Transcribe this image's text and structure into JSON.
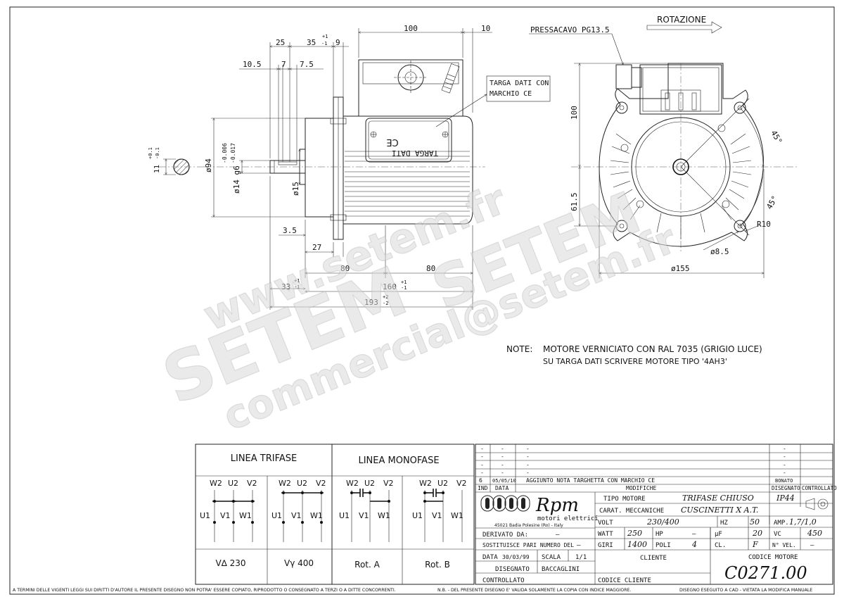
{
  "drawing": {
    "rotation_label": "ROTAZIONE",
    "cable_gland_label": "PRESSACAVO PG13.5",
    "plate_callout": [
      "TARGA DATI CON",
      "MARCHIO CE"
    ],
    "plate_text": "TARGA DATI",
    "ce_mark": "CE",
    "dims_side": {
      "d100": "100",
      "d10": "10",
      "d25": "25",
      "d35": "35",
      "tol35": "-1",
      "tol35p": "+1",
      "d9": "9",
      "d10_5": "10.5",
      "d7": "7",
      "d7_5": "7.5",
      "d3_5": "3.5",
      "d27": "27",
      "d80a": "80",
      "d80b": "80",
      "d160": "160",
      "tol160p": "+1",
      "tol160m": "-1",
      "d33": "33",
      "tol33p": "+1",
      "tol33m": "-1",
      "d193": "193",
      "tol193p": "+2",
      "tol193m": "-2",
      "d94": "ø94",
      "d14": "ø14 g6",
      "tol14a": "-0.006",
      "tol14b": "-0.017",
      "d15": "ø15",
      "d11": "11",
      "tol11a": "+0.1",
      "tol11b": "-0.1"
    },
    "dims_front": {
      "d100": "100",
      "d61_5": "61.5",
      "d45a": "45°",
      "d45b": "45°",
      "r10": "R10",
      "d8_5": "ø8.5",
      "d155": "ø155"
    },
    "note_label": "NOTE:",
    "note_lines": [
      "MOTORE VERNICIATO CON RAL 7035 (GRIGIO LUCE)",
      "SU TARGA DATI SCRIVERE MOTORE TIPO '4AH3'"
    ]
  },
  "watermarks": [
    "www.setem.fr",
    "SETEM",
    "SETEM",
    "commercial@setem.fr"
  ],
  "wiring": {
    "trifase_title": "LINEA TRIFASE",
    "monofase_title": "LINEA MONOFASE",
    "top_labels": [
      "W2",
      "U2",
      "V2"
    ],
    "bottom_labels": [
      "U1",
      "V1",
      "W1"
    ],
    "delta_label": "V∆ 230",
    "star_label": "Vγ 400",
    "rot_a": "Rot. A",
    "rot_b": "Rot. B"
  },
  "title_block": {
    "revisions": [
      {
        "ind": "-",
        "date": "-",
        "desc": "-",
        "sig": "-"
      },
      {
        "ind": "-",
        "date": "-",
        "desc": "-",
        "sig": "-"
      },
      {
        "ind": "-",
        "date": "-",
        "desc": "-",
        "sig": "-"
      },
      {
        "ind": "-",
        "date": "-",
        "desc": "-",
        "sig": "-"
      },
      {
        "ind": "6",
        "date": "05/05/10",
        "desc": "AGGIUNTO NOTA TARGHETTA CON MARCHIO CE",
        "sig": "BONATO"
      }
    ],
    "rev_headers": {
      "ind": "IND",
      "date": "DATA",
      "mod": "MODIFICHE",
      "drawn": "DISEGNATO",
      "checked": "CONTROLLATO"
    },
    "company": {
      "logo": "Rpm",
      "sub": "motori elettrici",
      "address": "45021 Badia Polesine (Ro) - Italy"
    },
    "tipo_motore_label": "TIPO MOTORE",
    "tipo_motore": "TRIFASE CHIUSO",
    "ip": "IP44",
    "carat_label": "CARAT. MECCANICHE",
    "carat": "CUSCINETTI X A.T.",
    "volt_label": "VOLT",
    "volt": "230/400",
    "hz_label": "HZ",
    "hz": "50",
    "amp_label": "AMP.",
    "amp": "1,7/1,0",
    "watt_label": "WATT",
    "watt": "250",
    "hp_label": "HP",
    "hp": "—",
    "uf_label": "µF",
    "uf": "20",
    "vc_label": "VC",
    "vc": "450",
    "giri_label": "GIRI",
    "giri": "1400",
    "poli_label": "POLI",
    "poli": "4",
    "cl_label": "CL.",
    "cl": "F",
    "nvel_label": "N° VEL.",
    "nvel": "—",
    "derivato_label": "DERIVATO DA:",
    "derivato": "—",
    "sostituisce_label": "SOSTITUISCE PARI NUMERO DEL",
    "sostituisce": "—",
    "data_label": "DATA",
    "data": "30/03/99",
    "scala_label": "SCALA",
    "scala": "1/1",
    "disegnato_label": "DISEGNATO",
    "disegnato": "BACCAGLINI",
    "controllato_label": "CONTROLLATO",
    "cliente_label": "CLIENTE",
    "codice_cliente_label": "CODICE CLIENTE",
    "codice_motore_label": "CODICE MOTORE",
    "codice_motore": "C0271.00"
  },
  "footer": {
    "left": "A TERMINI DELLE VIGENTI LEGGI SUI DIRITTI D'AUTORE IL PRESENTE DISEGNO NON POTRA' ESSERE COPIATO, RIPRODOTTO O CONSEGNATO A TERZI O A DITTE CONCORRENTI.",
    "mid": "N.B. - DEL PRESENTE DISEGNO E' VALIDA SOLAMENTE LA COPIA CON INDICE MAGGIORE.",
    "right": "DISEGNO ESEGUITO A CAD - VIETATA LA MODIFICA MANUALE"
  }
}
